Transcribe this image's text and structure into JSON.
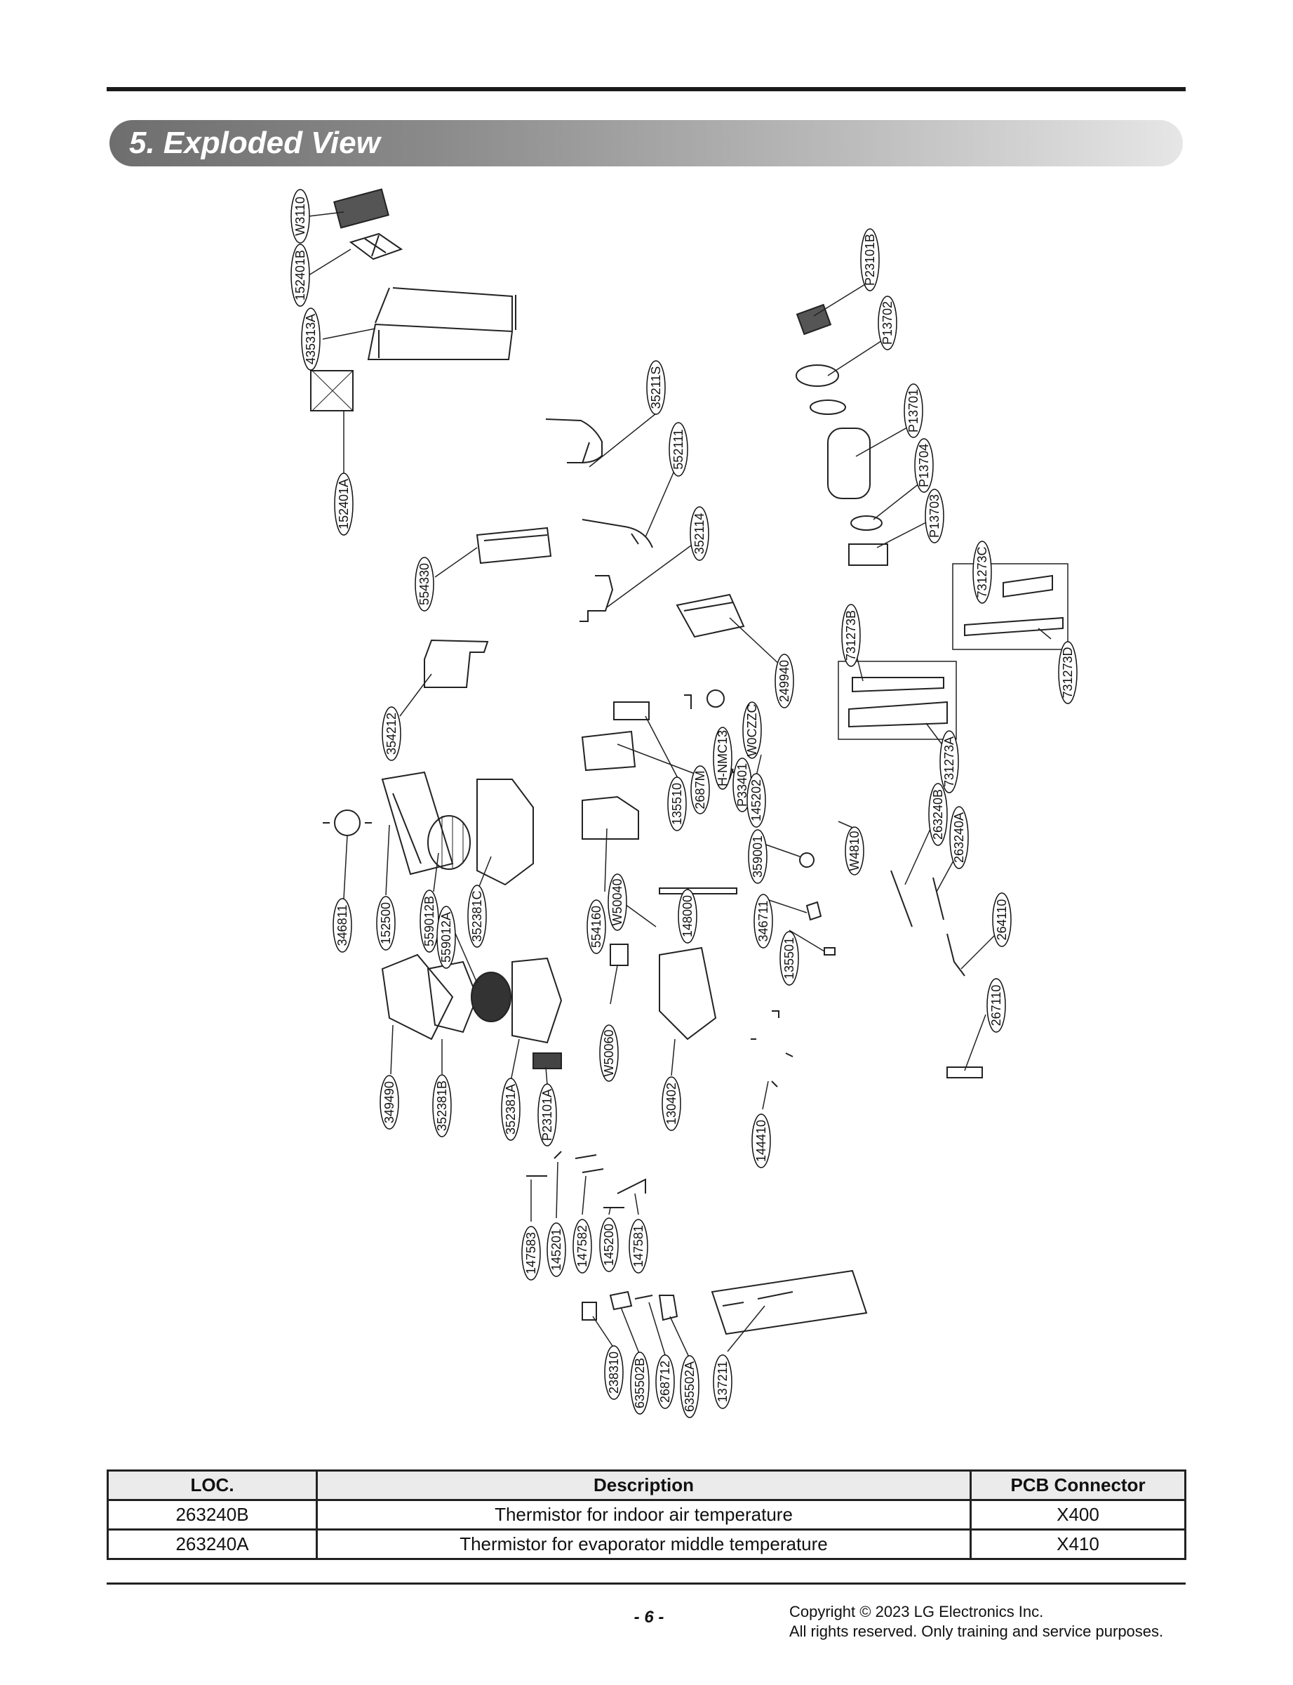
{
  "section": {
    "title": "5. Exploded View"
  },
  "part_labels": [
    "W3110",
    "152401B",
    "435313A",
    "152401A",
    "554330",
    "354212",
    "346811",
    "152500",
    "559012B",
    "559012A",
    "352381C",
    "349490",
    "352381B",
    "352381A",
    "P23101A",
    "35211S",
    "552111",
    "352114",
    "249940",
    "135510",
    "2687M",
    "H-NMC13",
    "W0CZZC",
    "P33401",
    "145202",
    "554160",
    "W50040",
    "148000",
    "W50060",
    "130402",
    "359001",
    "346711",
    "135501",
    "144410",
    "W4810",
    "P23101B",
    "P13702",
    "P13701",
    "P13704",
    "P13703",
    "731273C",
    "731273D",
    "731273B",
    "731273A",
    "263240B",
    "263240A",
    "264110",
    "267110",
    "147583",
    "145201",
    "147582",
    "145200",
    "147581",
    "238310",
    "635502B",
    "268712",
    "635502A",
    "137211"
  ],
  "table": {
    "headers": [
      "LOC.",
      "Description",
      "PCB Connector"
    ],
    "rows": [
      [
        "263240B",
        "Thermistor for indoor air temperature",
        "X400"
      ],
      [
        "263240A",
        "Thermistor for evaporator middle temperature",
        "X410"
      ]
    ]
  },
  "footer": {
    "page_number": "- 6 -",
    "copyright_line1": "Copyright © 2023 LG Electronics Inc.",
    "copyright_line2": "All rights reserved. Only training and service purposes."
  }
}
